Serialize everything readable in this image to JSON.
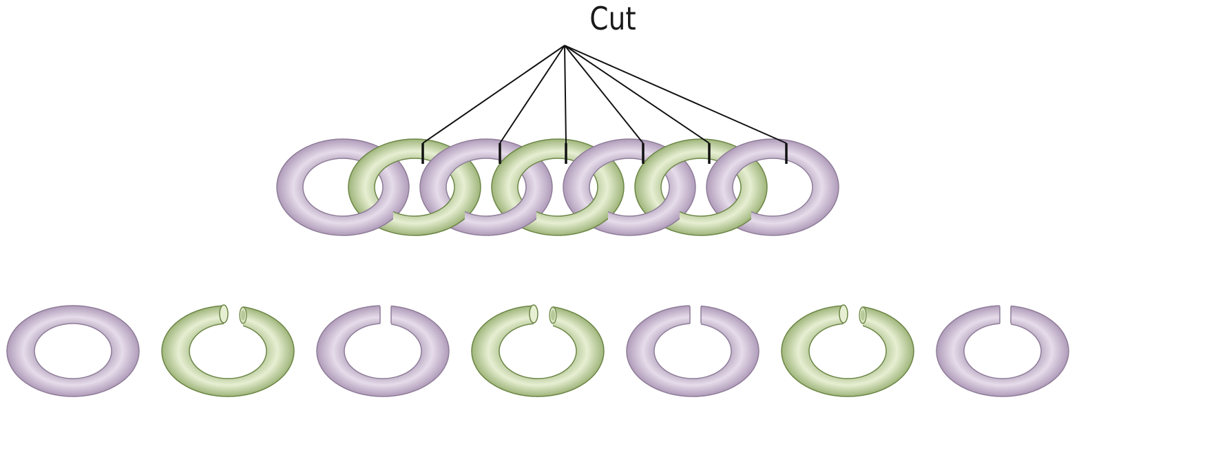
{
  "label": {
    "text": "Cut"
  },
  "colors": {
    "purple_fill": "#cdbfd3",
    "purple_light": "#e6dcea",
    "purple_stroke": "#8e7c98",
    "green_fill": "#d0ddb3",
    "green_light": "#e7efd3",
    "green_stroke": "#6b8545",
    "cut_line": "#111111"
  },
  "chain": {
    "ring_colors": [
      "purple",
      "green",
      "purple",
      "green",
      "purple",
      "green",
      "purple"
    ],
    "cut_count": 6
  },
  "separated_rings": [
    {
      "color": "purple",
      "opened": false
    },
    {
      "color": "green",
      "opened": true
    },
    {
      "color": "purple",
      "opened": true
    },
    {
      "color": "green",
      "opened": true
    },
    {
      "color": "purple",
      "opened": true
    },
    {
      "color": "green",
      "opened": true
    },
    {
      "color": "purple",
      "opened": true
    }
  ]
}
